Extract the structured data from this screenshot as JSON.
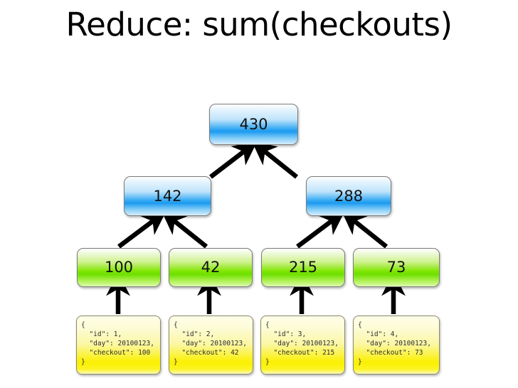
{
  "slide": {
    "title": "Reduce: sum(checkouts)",
    "background_color": "#ffffff"
  },
  "colors": {
    "node_blue_accent": "#1c9af0",
    "node_green_accent": "#7ee600",
    "doc_yellow_accent": "#fbf000",
    "arrow": "#000000",
    "text": "#111111"
  },
  "chart_data": {
    "type": "diagram",
    "title": "Reduce: sum(checkouts)",
    "description": "Reduce tree: four leaf checkout values are summed pairwise into two intermediate sums, then into one grand total.",
    "levels": [
      {
        "level": 0,
        "name": "root",
        "nodes": [
          {
            "value": "430"
          }
        ]
      },
      {
        "level": 1,
        "name": "intermediate",
        "nodes": [
          {
            "value": "142"
          },
          {
            "value": "288"
          }
        ]
      },
      {
        "level": 2,
        "name": "leaves",
        "nodes": [
          {
            "value": "100"
          },
          {
            "value": "42"
          },
          {
            "value": "215"
          },
          {
            "value": "73"
          }
        ]
      }
    ],
    "edges": [
      {
        "from": "142",
        "to": "430"
      },
      {
        "from": "288",
        "to": "430"
      },
      {
        "from": "100",
        "to": "142"
      },
      {
        "from": "42",
        "to": "142"
      },
      {
        "from": "215",
        "to": "288"
      },
      {
        "from": "73",
        "to": "288"
      },
      {
        "from": "doc-1",
        "to": "100"
      },
      {
        "from": "doc-2",
        "to": "42"
      },
      {
        "from": "doc-3",
        "to": "215"
      },
      {
        "from": "doc-4",
        "to": "73"
      }
    ]
  },
  "tree": {
    "root": {
      "value": "430"
    },
    "intermediate": [
      {
        "value": "142"
      },
      {
        "value": "288"
      }
    ],
    "leaves": [
      {
        "value": "100"
      },
      {
        "value": "42"
      },
      {
        "value": "215"
      },
      {
        "value": "73"
      }
    ]
  },
  "documents": [
    {
      "text": "{\n  \"id\": 1,\n  \"day\": 20100123,\n  \"checkout\": 100\n}"
    },
    {
      "text": "{\n  \"id\": 2,\n  \"day\": 20100123,\n  \"checkout\": 42\n}"
    },
    {
      "text": "{\n  \"id\": 3,\n  \"day\": 20100123,\n  \"checkout\": 215\n}"
    },
    {
      "text": "{\n  \"id\": 4,\n  \"day\": 20100123,\n  \"checkout\": 73\n}"
    }
  ]
}
